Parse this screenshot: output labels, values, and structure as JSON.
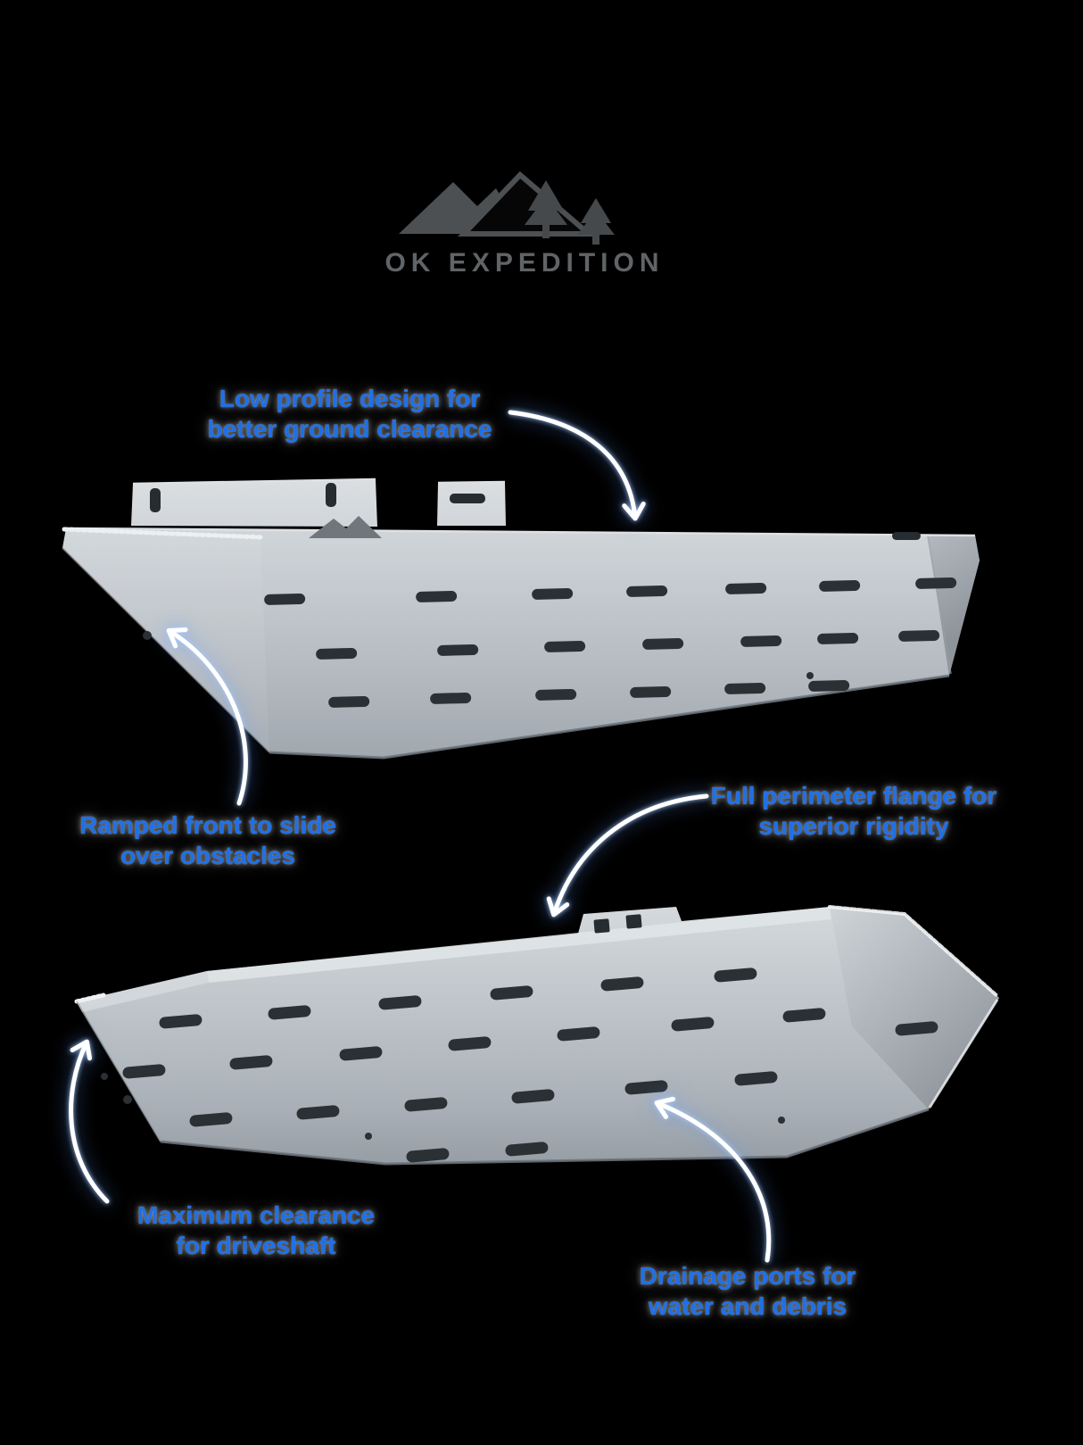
{
  "brand": {
    "name": "OK Expedition",
    "logo_text": "OK EXPEDITION"
  },
  "callouts": [
    {
      "id": "low-profile",
      "lines": [
        "Low profile design for",
        "better ground clearance"
      ]
    },
    {
      "id": "ramped-front",
      "lines": [
        "Ramped front to slide",
        "over obstacles"
      ]
    },
    {
      "id": "perimeter-flange",
      "lines": [
        "Full perimeter flange for",
        "superior rigidity"
      ]
    },
    {
      "id": "max-clearance",
      "lines": [
        "Maximum clearance",
        "for driveshaft"
      ]
    },
    {
      "id": "drainage-ports",
      "lines": [
        "Drainage ports for",
        "water and debris"
      ]
    }
  ],
  "colors": {
    "background": "#000000",
    "callout_text": "#1e70e8",
    "arrow": "#ffffff",
    "logo_gray": "#616466",
    "plate_aluminum": "#bcc2c7"
  }
}
